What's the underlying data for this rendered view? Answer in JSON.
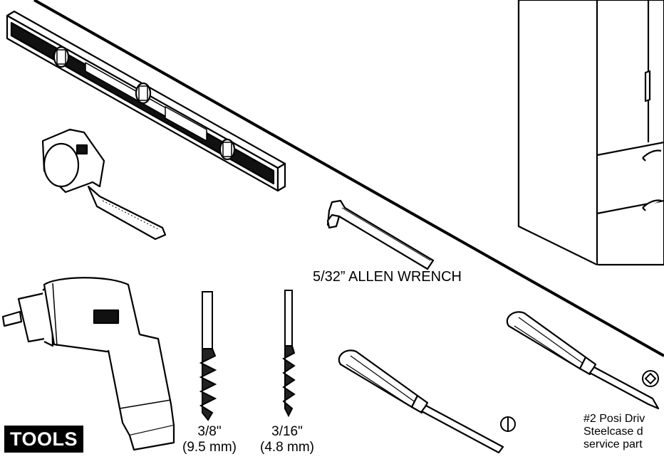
{
  "title": "TOOLS",
  "labels": {
    "allen_wrench": "5/32” ALLEN WRENCH",
    "bit_large_size": "3/8\"",
    "bit_large_metric": "(9.5 mm)",
    "bit_small_size": "3/16\"",
    "bit_small_metric": "(4.8 mm)",
    "posi_line1": "#2 Posi Driv",
    "posi_line2": "Steelcase d",
    "posi_line3": "service part"
  }
}
